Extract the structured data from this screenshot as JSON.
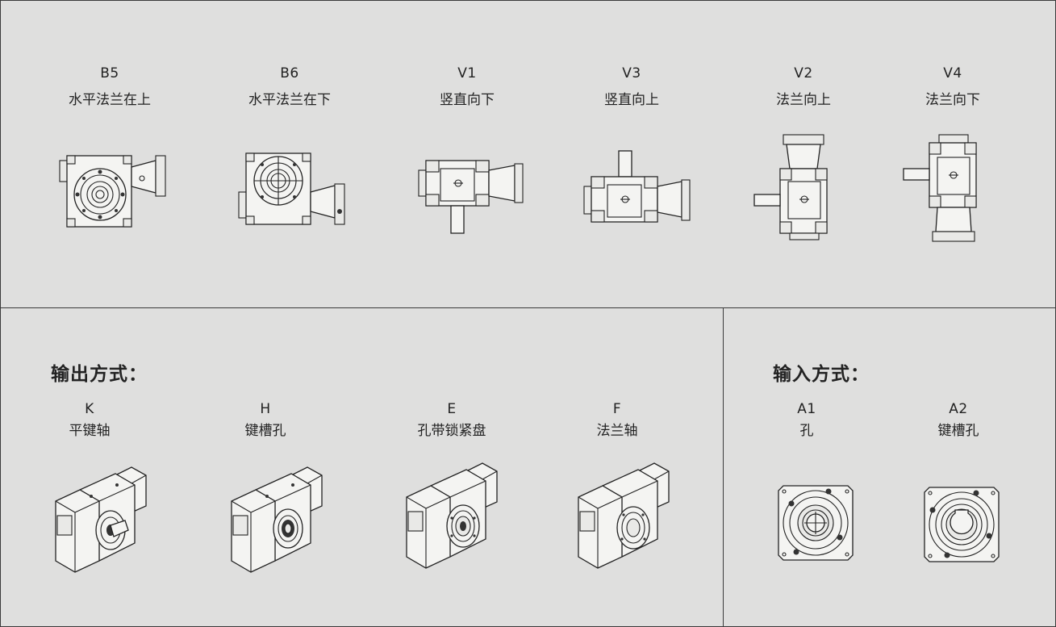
{
  "mounting": [
    {
      "code": "B5",
      "label": "水平法兰在上"
    },
    {
      "code": "B6",
      "label": "水平法兰在下"
    },
    {
      "code": "V1",
      "label": "竖直向下"
    },
    {
      "code": "V3",
      "label": "竖直向上"
    },
    {
      "code": "V2",
      "label": "法兰向上"
    },
    {
      "code": "V4",
      "label": "法兰向下"
    }
  ],
  "output": {
    "title": "输出方式：",
    "items": [
      {
        "code": "K",
        "label": "平键轴"
      },
      {
        "code": "H",
        "label": "键槽孔"
      },
      {
        "code": "E",
        "label": "孔带锁紧盘"
      },
      {
        "code": "F",
        "label": "法兰轴"
      }
    ]
  },
  "input": {
    "title": "输入方式：",
    "items": [
      {
        "code": "A1",
        "label": "孔"
      },
      {
        "code": "A2",
        "label": "键槽孔"
      }
    ]
  }
}
